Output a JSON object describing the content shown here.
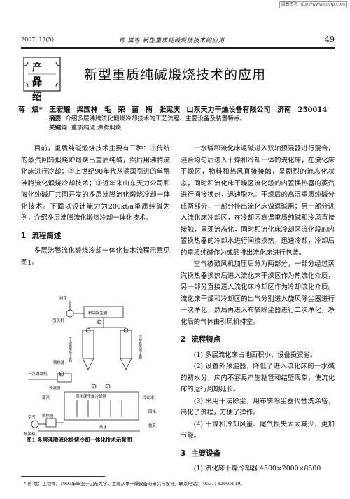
{
  "watermark": "维普资讯 http://www.cqvip.com",
  "header": {
    "issue": "2007, 17(5)",
    "running_title": "蒋 斌等 新型重质纯碱煅烧技术的应用",
    "page_no": "49"
  },
  "badge": {
    "line1": "产品",
    "line2": "介绍"
  },
  "title": "新型重质纯碱煅烧技术的应用",
  "authors": "蒋 斌* 王宏耀 梁国林 毛 荣 苗 楠 张宪庆 山东天力干燥设备有限公司 济南 250014",
  "abstract": {
    "label": "摘要",
    "text": "介绍多层沸腾流化煅烧冷却技术的工艺流程、主要设备及装置特点。",
    "kw_label": "关键词",
    "keywords": "重质纯碱 沸腾煅烧"
  },
  "left_intro": "目前，重质纯碱煅烧技术主要有三种：①传统的蒸汽回转煅烧炉煅烧出重质纯碱，然后用沸腾流化床进行冷却；②上世纪90年代从德国引进的单层沸腾流化煅烧冷却技术；③近年来山东天力公司和海化纯碱厂共同开发的多层沸腾流化煅烧冷却一体化技术。下面以设计能力为200kt/a重质纯碱为例，介绍多层沸腾流化煅烧冷却一体化技术。",
  "sec1": {
    "num": "1",
    "title": "流程简述"
  },
  "sec1_text": "多层沸腾流化煅烧冷却一体化技术流程示意见图1。",
  "figure": {
    "caption": "图1 多层沸腾流化煅烧冷却一体化技术示意图",
    "labels": {
      "exhaust": "排空",
      "fan": "引风机",
      "bag": "布袋除尘器",
      "dry_cyc": "干燥旋风除尘器",
      "cool_cyc": "冷却旋风除尘器",
      "hx": "换热器",
      "water_pump": "一水碱泵机",
      "feeder": "预混器",
      "fluid_bed": "流化床干燥冷却器",
      "steam": "蒸汽",
      "cool_water": "冷却水",
      "return_water": "回水",
      "air": "空气",
      "blower": "鼓风机",
      "hx2": "换热器",
      "product": "重灰",
      "hot_water": "热水",
      "n8": "⑧",
      "n6": "⑥",
      "n7": "⑦",
      "n1": "①",
      "n2": "②",
      "n3": "③"
    }
  },
  "right_p1": "一水碱和流化床返碱进入双轴预混器进行混合，混合均匀后进入干燥和冷却一体的流化床，在流化床干燥区，物料和热风直接接触，呈剧烈的流态化状态，同时和流化床干燥区流化段的内置换热器的蒸汽进行间接换热，迅速脱水。干燥后的高温重质纯碱分成两部分，一部分排出流化床做返碱用；另一部分进入流化床冷却区，在冷却区高温重质纯碱和冷风直接接触，呈现流态化，同时和流化床冷却区流化段的内置换热器的冷却水进行间接换热，迅速冷却，冷却后的重质纯碱作为成品排出流化床进行包装。",
  "right_p2": "空气被鼓风机加压后分为两部分，一部分经过蒸汽换热器换热后进入流化床干燥区作为热流化介质，另一部分直接送入流化床冷却区作为冷却流化介质。流化床干燥和冷却区的出气分别进入旋风除尘器进行一次净化，然后再进入布袋除尘器进行二次净化，净化后的气体由引风机排空。",
  "sec2": {
    "num": "2",
    "title": "流程特点"
  },
  "features": [
    "(1) 多层流化床占地面积小，设备投资省。",
    "(2) 设置外预混器，降低了进入流化床的一水碱的初水分，床内不容易产生粘管和结壁现象，使流化床的运行周期延长。",
    "(3) 采用干法除尘，用布袋除尘器代替洗涤塔，简化了流程，方便了操作。",
    "(4) 干燥和冷却风量、尾气损失大大减少，更加节能。"
  ],
  "sec3": {
    "num": "3",
    "title": "主要设备"
  },
  "equip1": "(1) 流化床干燥冷却器 4500×2000×8500",
  "footnote": "* 蒋 斌：工程师。1997年毕业于山东大学。主要从事干燥设备的研究与设计。联系电话：(0531) 82605619。"
}
